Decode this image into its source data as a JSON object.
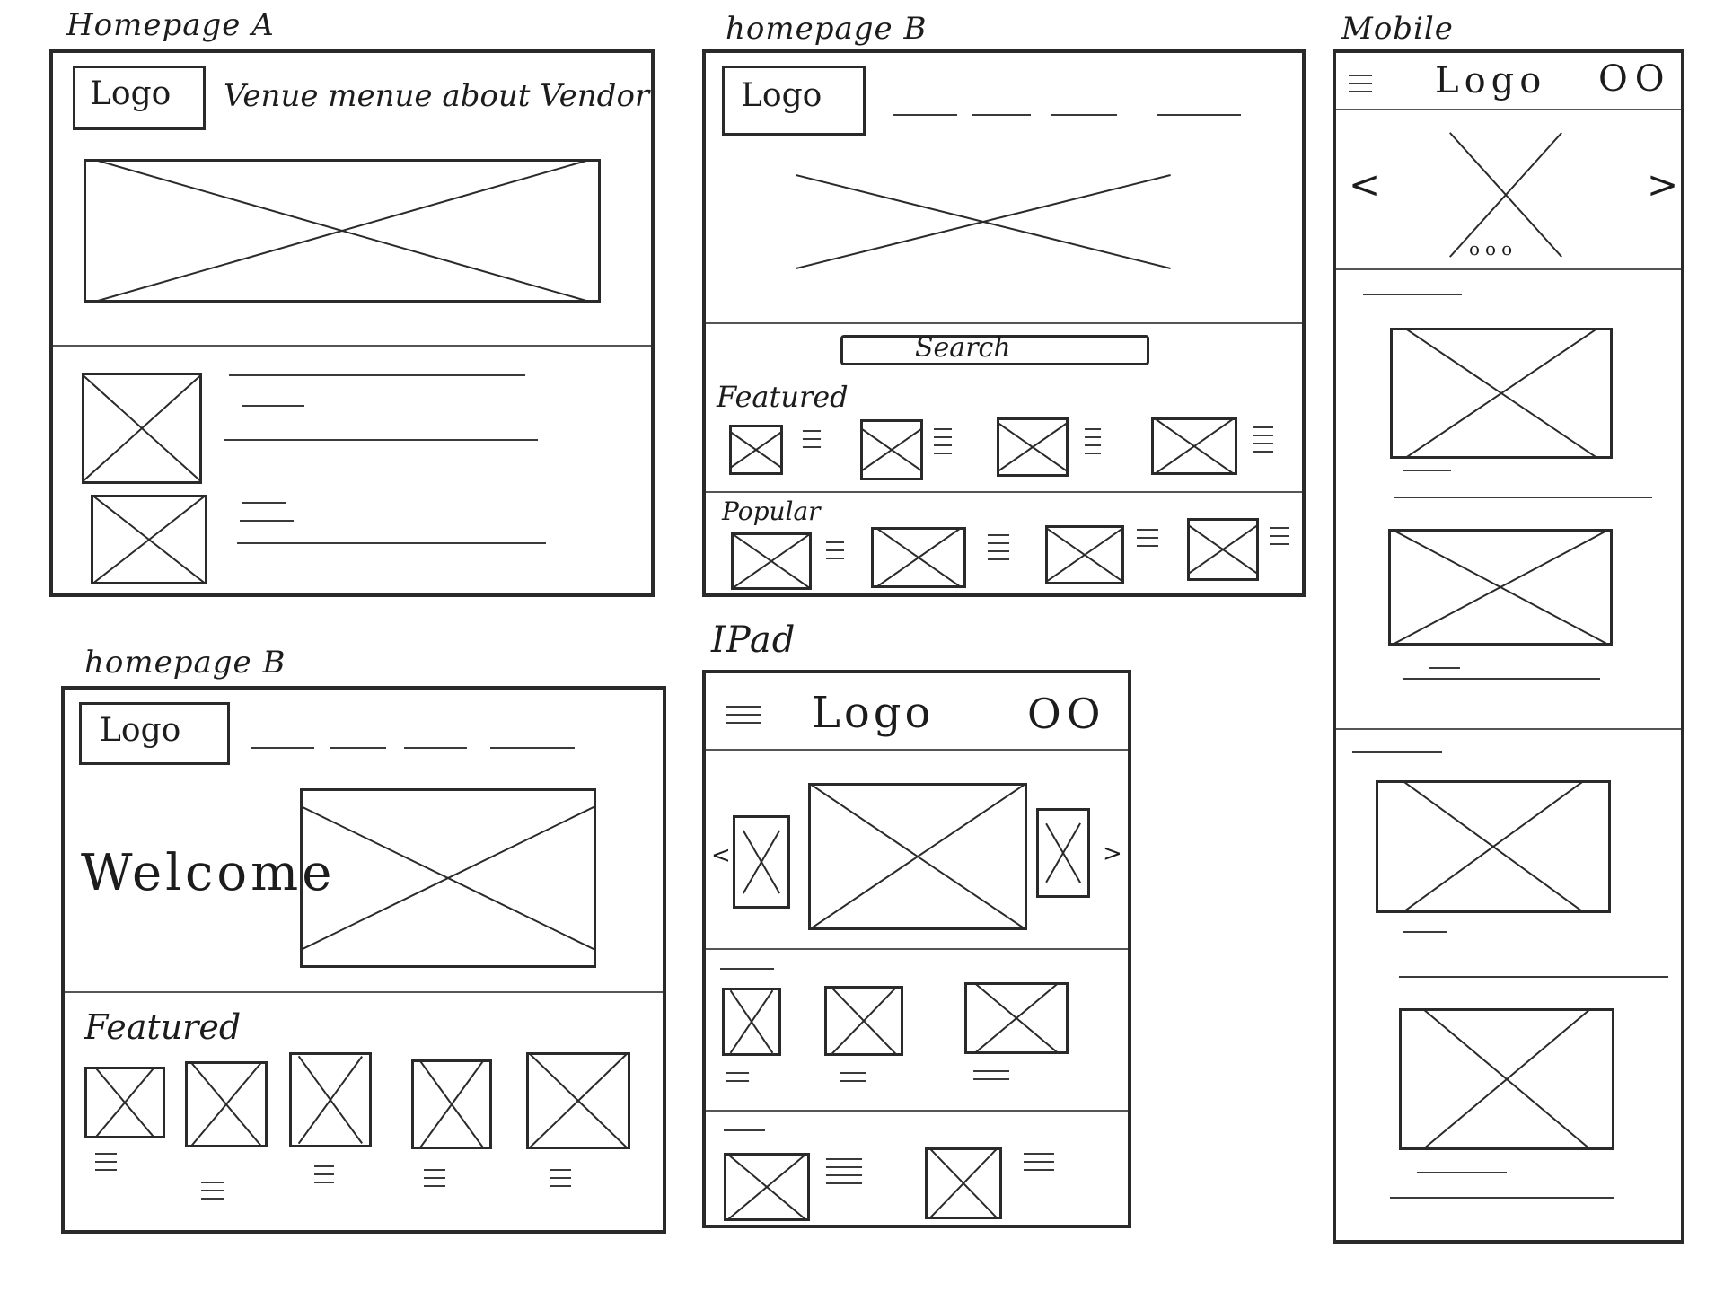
{
  "sketches": {
    "homepage_a": {
      "title": "Homepage A",
      "logo": "Logo",
      "nav": "Venue menue about Vendor"
    },
    "homepage_b_top": {
      "title": "homepage B",
      "logo": "Logo",
      "search": "Search",
      "featured": "Featured",
      "popular": "Popular"
    },
    "mobile": {
      "title": "Mobile",
      "logo": "Logo",
      "icons": "OO",
      "prev": "<",
      "next": ">",
      "dots": "ooo"
    },
    "homepage_b_bottom": {
      "title": "homepage B",
      "logo": "Logo",
      "welcome": "Welcome",
      "featured": "Featured"
    },
    "ipad": {
      "title": "IPad",
      "logo": "Logo",
      "icons": "OO",
      "prev": "<",
      "next": ">"
    }
  },
  "colors": {
    "ink": "#2a2a2a",
    "paper": "#ffffff"
  },
  "icons": {
    "menu": "hamburger-icon",
    "placeholder": "image-placeholder-x-icon"
  }
}
